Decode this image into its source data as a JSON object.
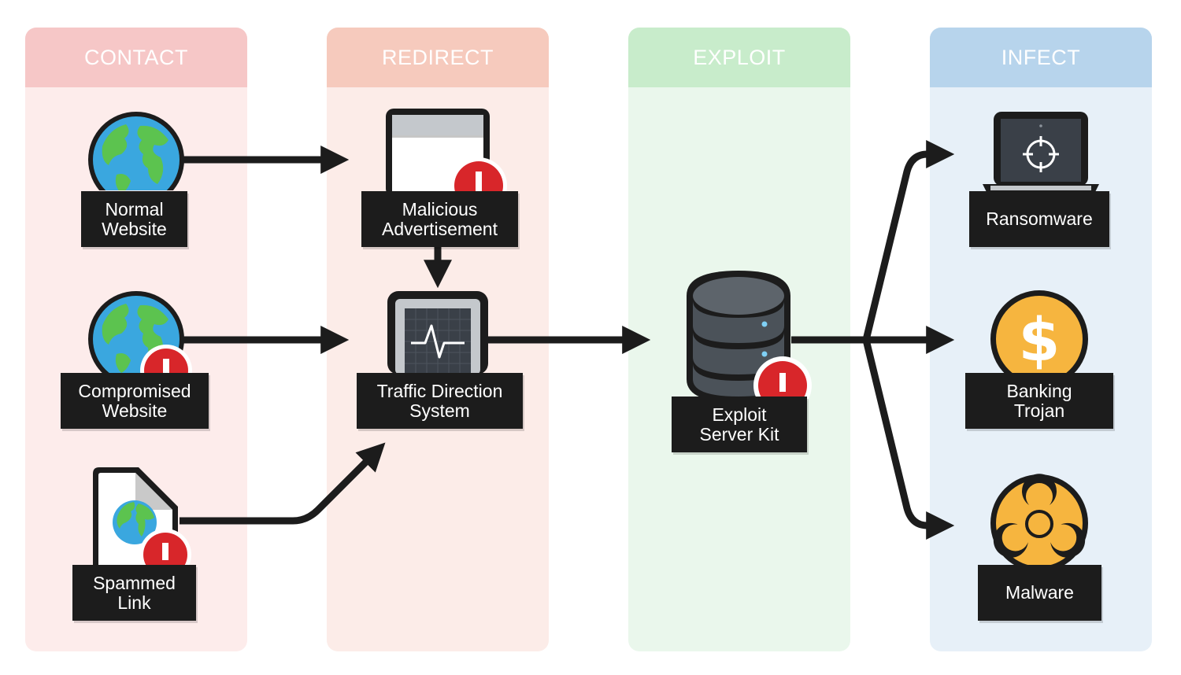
{
  "lanes": [
    {
      "id": "contact",
      "title": "CONTACT",
      "head_color": "#f6c7c7",
      "body_color": "#fdeceb"
    },
    {
      "id": "redirect",
      "title": "REDIRECT",
      "head_color": "#f6cabd",
      "body_color": "#fcece8"
    },
    {
      "id": "exploit",
      "title": "EXPLOIT",
      "head_color": "#c8eccb",
      "body_color": "#eaf7ec"
    },
    {
      "id": "infect",
      "title": "INFECT",
      "head_color": "#b7d4ec",
      "body_color": "#e7f0f8"
    }
  ],
  "nodes": {
    "normal_website": {
      "line1": "Normal",
      "line2": "Website",
      "icon": "globe-icon"
    },
    "compromised_website": {
      "line1": "Compromised",
      "line2": "Website",
      "icon": "globe-alert-icon"
    },
    "spammed_link": {
      "line1": "Spammed",
      "line2": "Link",
      "icon": "document-globe-alert-icon"
    },
    "malicious_advertisement": {
      "line1": "Malicious",
      "line2": "Advertisement",
      "icon": "browser-window-alert-icon"
    },
    "traffic_direction_system": {
      "line1": "Traffic Direction",
      "line2": "System",
      "icon": "monitor-pulse-icon"
    },
    "exploit_server_kit": {
      "line1": "Exploit",
      "line2": "Server Kit",
      "icon": "database-alert-icon"
    },
    "ransomware": {
      "line1": "Ransomware",
      "line2": "",
      "icon": "laptop-crosshair-icon"
    },
    "banking_trojan": {
      "line1": "Banking",
      "line2": "Trojan",
      "icon": "dollar-coin-icon"
    },
    "malware": {
      "line1": "Malware",
      "line2": "",
      "icon": "biohazard-icon"
    }
  },
  "edges": [
    {
      "from": "Normal Website",
      "to": "Malicious Advertisement"
    },
    {
      "from": "Malicious Advertisement",
      "to": "Traffic Direction System"
    },
    {
      "from": "Compromised Website",
      "to": "Traffic Direction System"
    },
    {
      "from": "Spammed Link",
      "to": "Traffic Direction System"
    },
    {
      "from": "Traffic Direction System",
      "to": "Exploit Server Kit"
    },
    {
      "from": "Exploit Server Kit",
      "to": "Ransomware"
    },
    {
      "from": "Exploit Server Kit",
      "to": "Banking Trojan"
    },
    {
      "from": "Exploit Server Kit",
      "to": "Malware"
    }
  ],
  "colors": {
    "ink": "#1c1c1c",
    "alert": "#d8262a",
    "globe_water": "#3aa7df",
    "globe_land": "#5cc34f",
    "coin": "#f6b53f",
    "server": "#4b5259"
  }
}
